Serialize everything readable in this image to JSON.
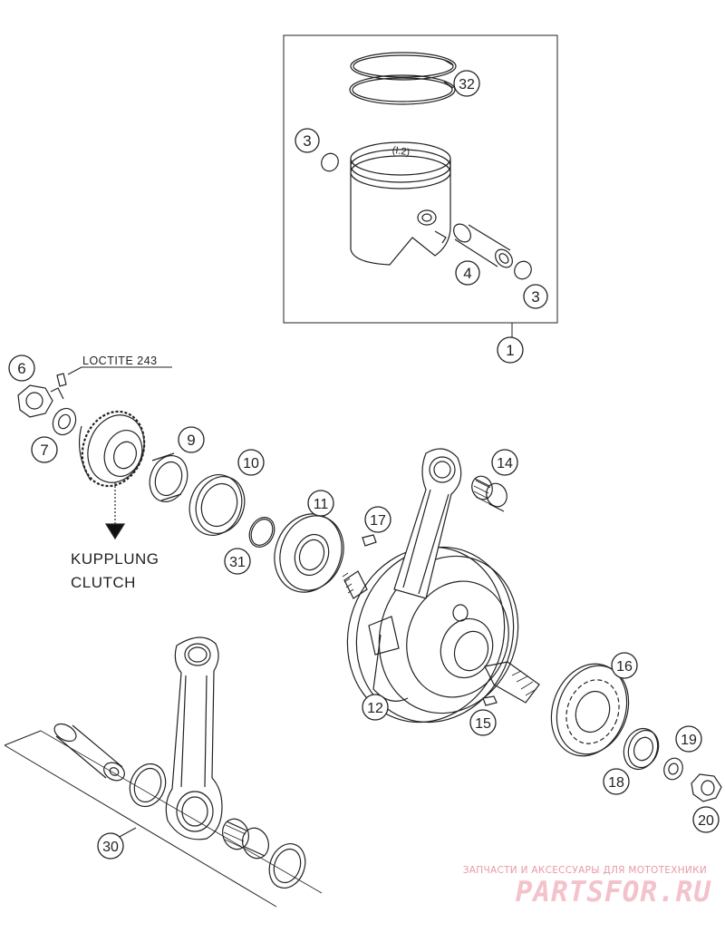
{
  "callouts": [
    {
      "id": "c1",
      "label": "1"
    },
    {
      "id": "c3a",
      "label": "3"
    },
    {
      "id": "c3b",
      "label": "3"
    },
    {
      "id": "c4",
      "label": "4"
    },
    {
      "id": "c6",
      "label": "6"
    },
    {
      "id": "c7",
      "label": "7"
    },
    {
      "id": "c9",
      "label": "9"
    },
    {
      "id": "c10",
      "label": "10"
    },
    {
      "id": "c11",
      "label": "11"
    },
    {
      "id": "c12",
      "label": "12"
    },
    {
      "id": "c14",
      "label": "14"
    },
    {
      "id": "c15",
      "label": "15"
    },
    {
      "id": "c16",
      "label": "16"
    },
    {
      "id": "c17",
      "label": "17"
    },
    {
      "id": "c18",
      "label": "18"
    },
    {
      "id": "c19",
      "label": "19"
    },
    {
      "id": "c20",
      "label": "20"
    },
    {
      "id": "c30",
      "label": "30"
    },
    {
      "id": "c31",
      "label": "31"
    },
    {
      "id": "c32",
      "label": "32"
    }
  ],
  "annotations": {
    "loctite": "LOCTITE 243",
    "kupplung": "KUPPLUNG",
    "clutch": "CLUTCH",
    "piston_mark": "(I.2)"
  },
  "watermark": {
    "tagline": "ЗАПЧАСТИ И АКСЕССУАРЫ ДЛЯ МОТОТЕХНИКИ",
    "logo": "PARTSFOR.RU"
  },
  "colors": {
    "line": "#222222",
    "watermark": "#e89aa6"
  }
}
